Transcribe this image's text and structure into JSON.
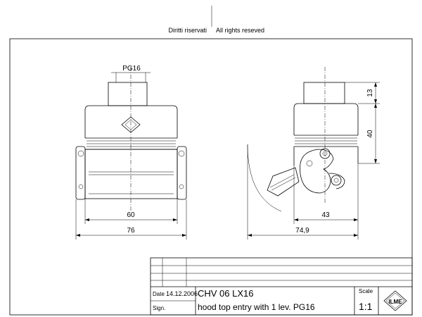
{
  "header": {
    "rights_it": "Diritti riservati",
    "rights_en": "All rights reseved"
  },
  "front_view": {
    "cable_gland": "PG16",
    "dim_inner_width": "60",
    "dim_outer_width": "76"
  },
  "side_view": {
    "dim_gland_height": "13",
    "dim_body_height": "40",
    "dim_lever_offset": "43",
    "dim_total_depth": "74,9"
  },
  "title_block": {
    "date_label": "Date",
    "date_value": "14.12.2006",
    "sign_label": "Sign.",
    "code": "CHV 06 LX16",
    "description": "hood top entry with 1 lev. PG16",
    "scale_label": "Scale",
    "scale_value": "1:1",
    "logo_text": "ILME",
    "logo_icon": "ilme-logo-icon"
  }
}
